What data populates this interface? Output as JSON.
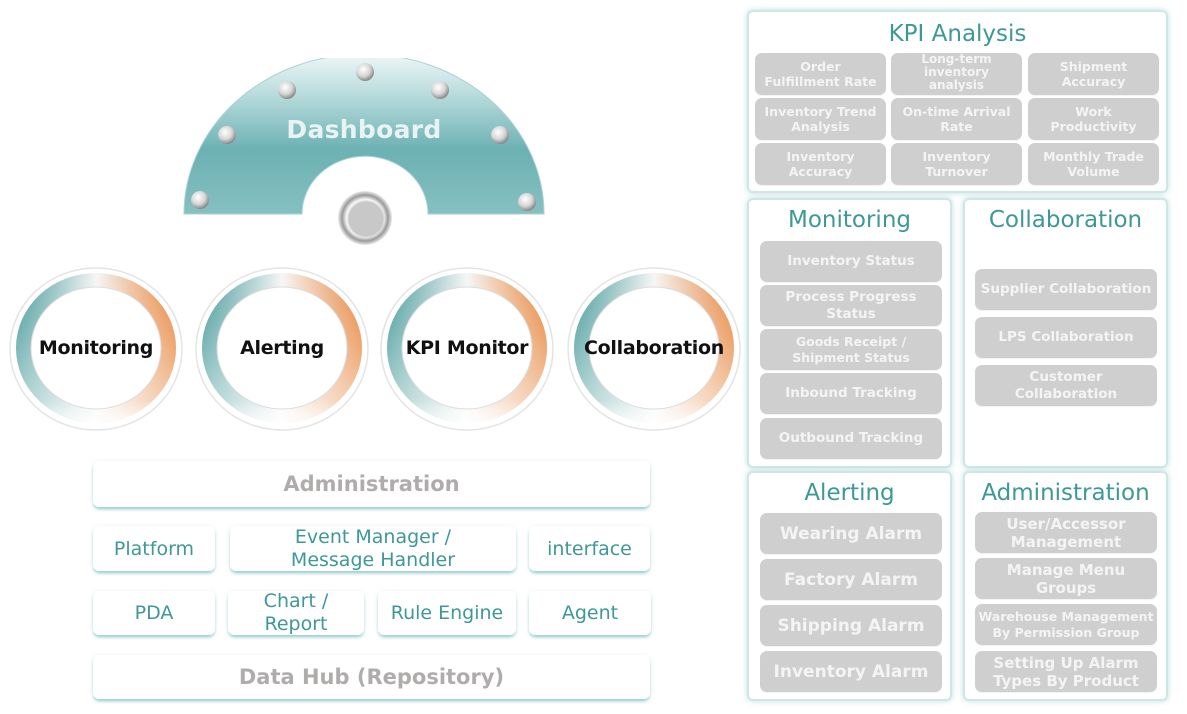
{
  "dashboard": {
    "title": "Dashboard",
    "colors": {
      "teal_light": "#e8f4f4",
      "teal": "#6db2b4",
      "teal_dark": "#5ca6a8"
    }
  },
  "rings": [
    {
      "label": "Monitoring"
    },
    {
      "label": "Alerting"
    },
    {
      "label": "KPI Monitor"
    },
    {
      "label": "Collaboration"
    }
  ],
  "ring_colors": {
    "teal": "#3f9596",
    "orange": "#e67f32"
  },
  "stack": {
    "administration": "Administration",
    "row1": [
      "Platform",
      "Event Manager /\nMessage Handler",
      "interface"
    ],
    "row2": [
      "PDA",
      "Chart /\nReport",
      "Rule Engine",
      "Agent"
    ],
    "data_hub": "Data Hub (Repository)"
  },
  "panels": {
    "kpi": {
      "title": "KPI Analysis",
      "items": [
        "Order\nFulfillment Rate",
        "Long-term\ninventory\nanalysis",
        "Shipment\nAccuracy",
        "Inventory Trend\nAnalysis",
        "On-time Arrival\nRate",
        "Work\nProductivity",
        "Inventory\nAccuracy",
        "Inventory\nTurnover",
        "Monthly Trade\nVolume"
      ]
    },
    "monitoring": {
      "title": "Monitoring",
      "items": [
        "Inventory Status",
        "Process Progress\nStatus",
        "Goods Receipt /\nShipment Status",
        "Inbound Tracking",
        "Outbound Tracking"
      ]
    },
    "collaboration": {
      "title": "Collaboration",
      "items": [
        "Supplier Collaboration",
        "LPS Collaboration",
        "Customer\nCollaboration"
      ]
    },
    "alerting": {
      "title": "Alerting",
      "items": [
        "Wearing Alarm",
        "Factory Alarm",
        "Shipping Alarm",
        "Inventory Alarm"
      ]
    },
    "administration": {
      "title": "Administration",
      "items": [
        "User/Accessor\nManagement",
        "Manage Menu\nGroups",
        "Warehouse Management\nBy Permission Group",
        "Setting Up Alarm\nTypes By Product"
      ]
    }
  }
}
